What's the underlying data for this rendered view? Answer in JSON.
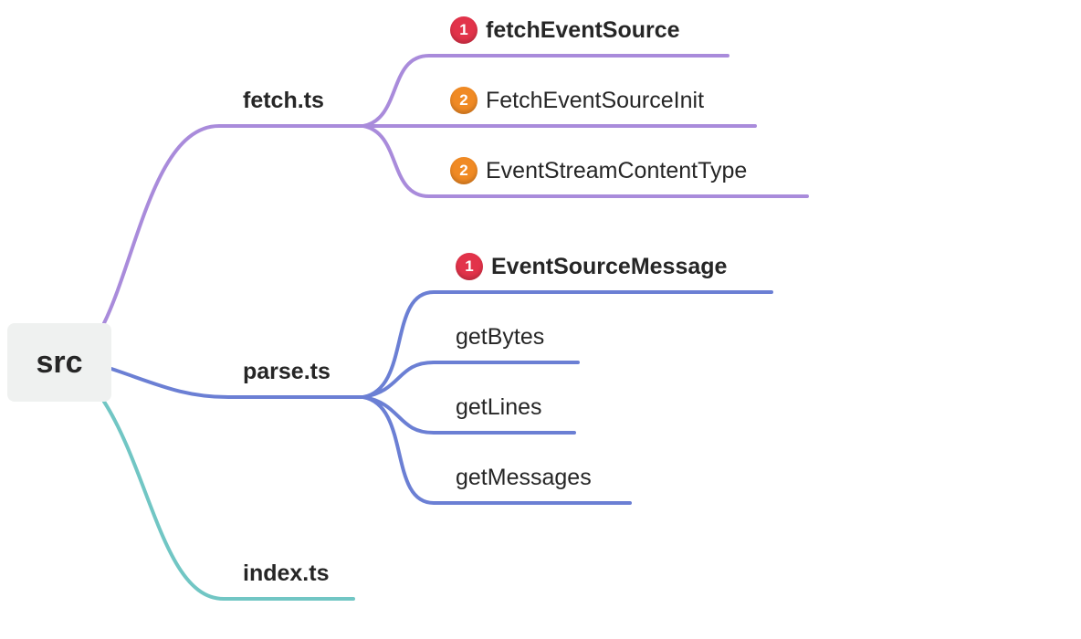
{
  "root": {
    "label": "src"
  },
  "colors": {
    "fetch_branch": "#a98bdb",
    "parse_branch": "#6b7fd4",
    "index_branch": "#71c6c4",
    "priority_1": "#e2334a",
    "priority_2": "#f08a24"
  },
  "branches": [
    {
      "label": "fetch.ts",
      "children": [
        {
          "label": "fetchEventSource",
          "priority": "1",
          "bold": true
        },
        {
          "label": "FetchEventSourceInit",
          "priority": "2",
          "bold": false
        },
        {
          "label": "EventStreamContentType",
          "priority": "2",
          "bold": false
        }
      ]
    },
    {
      "label": "parse.ts",
      "children": [
        {
          "label": "EventSourceMessage",
          "priority": "1",
          "bold": true
        },
        {
          "label": "getBytes",
          "priority": "",
          "bold": false
        },
        {
          "label": "getLines",
          "priority": "",
          "bold": false
        },
        {
          "label": "getMessages",
          "priority": "",
          "bold": false
        }
      ]
    },
    {
      "label": "index.ts",
      "children": []
    }
  ]
}
